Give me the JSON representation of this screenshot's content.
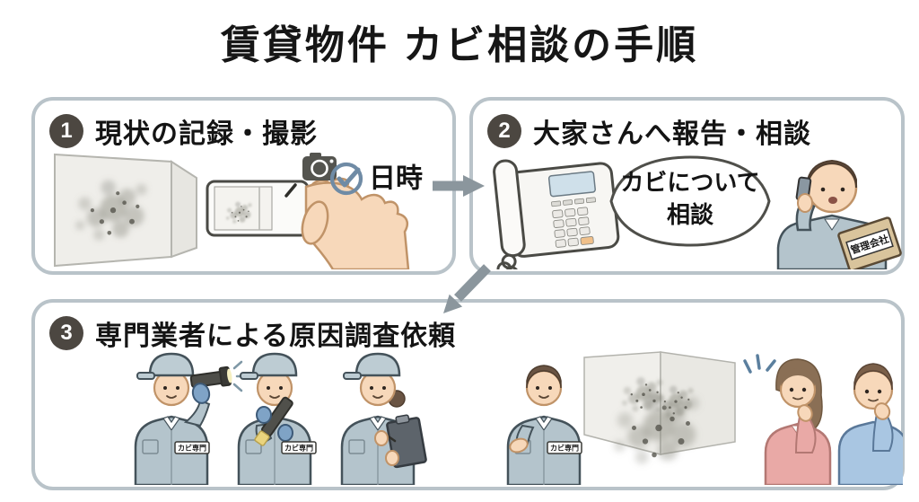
{
  "title": "賃貸物件 カビ相談の手順",
  "step1": {
    "number": "1",
    "label": "現状の記録・撮影",
    "datetime_label": "日時"
  },
  "step2": {
    "number": "2",
    "label": "大家さんへ報告・相談",
    "bubble_line1": "カビについて",
    "bubble_line2": "相談",
    "folder_label": "管理会社"
  },
  "step3": {
    "number": "3",
    "label": "専門業者による原因調査依頼",
    "badge_label": "カビ専門"
  },
  "colors": {
    "panel_border": "#b9c3c9",
    "step_circle": "#4c4741",
    "check_icon": "#6f8ba5",
    "arrow": "#8b969d",
    "uniform": "#b4c4cc",
    "mold": "#85847b",
    "woman_top": "#e9a9a6",
    "man_top": "#a9c6e2",
    "folder": "#d9c49c"
  }
}
